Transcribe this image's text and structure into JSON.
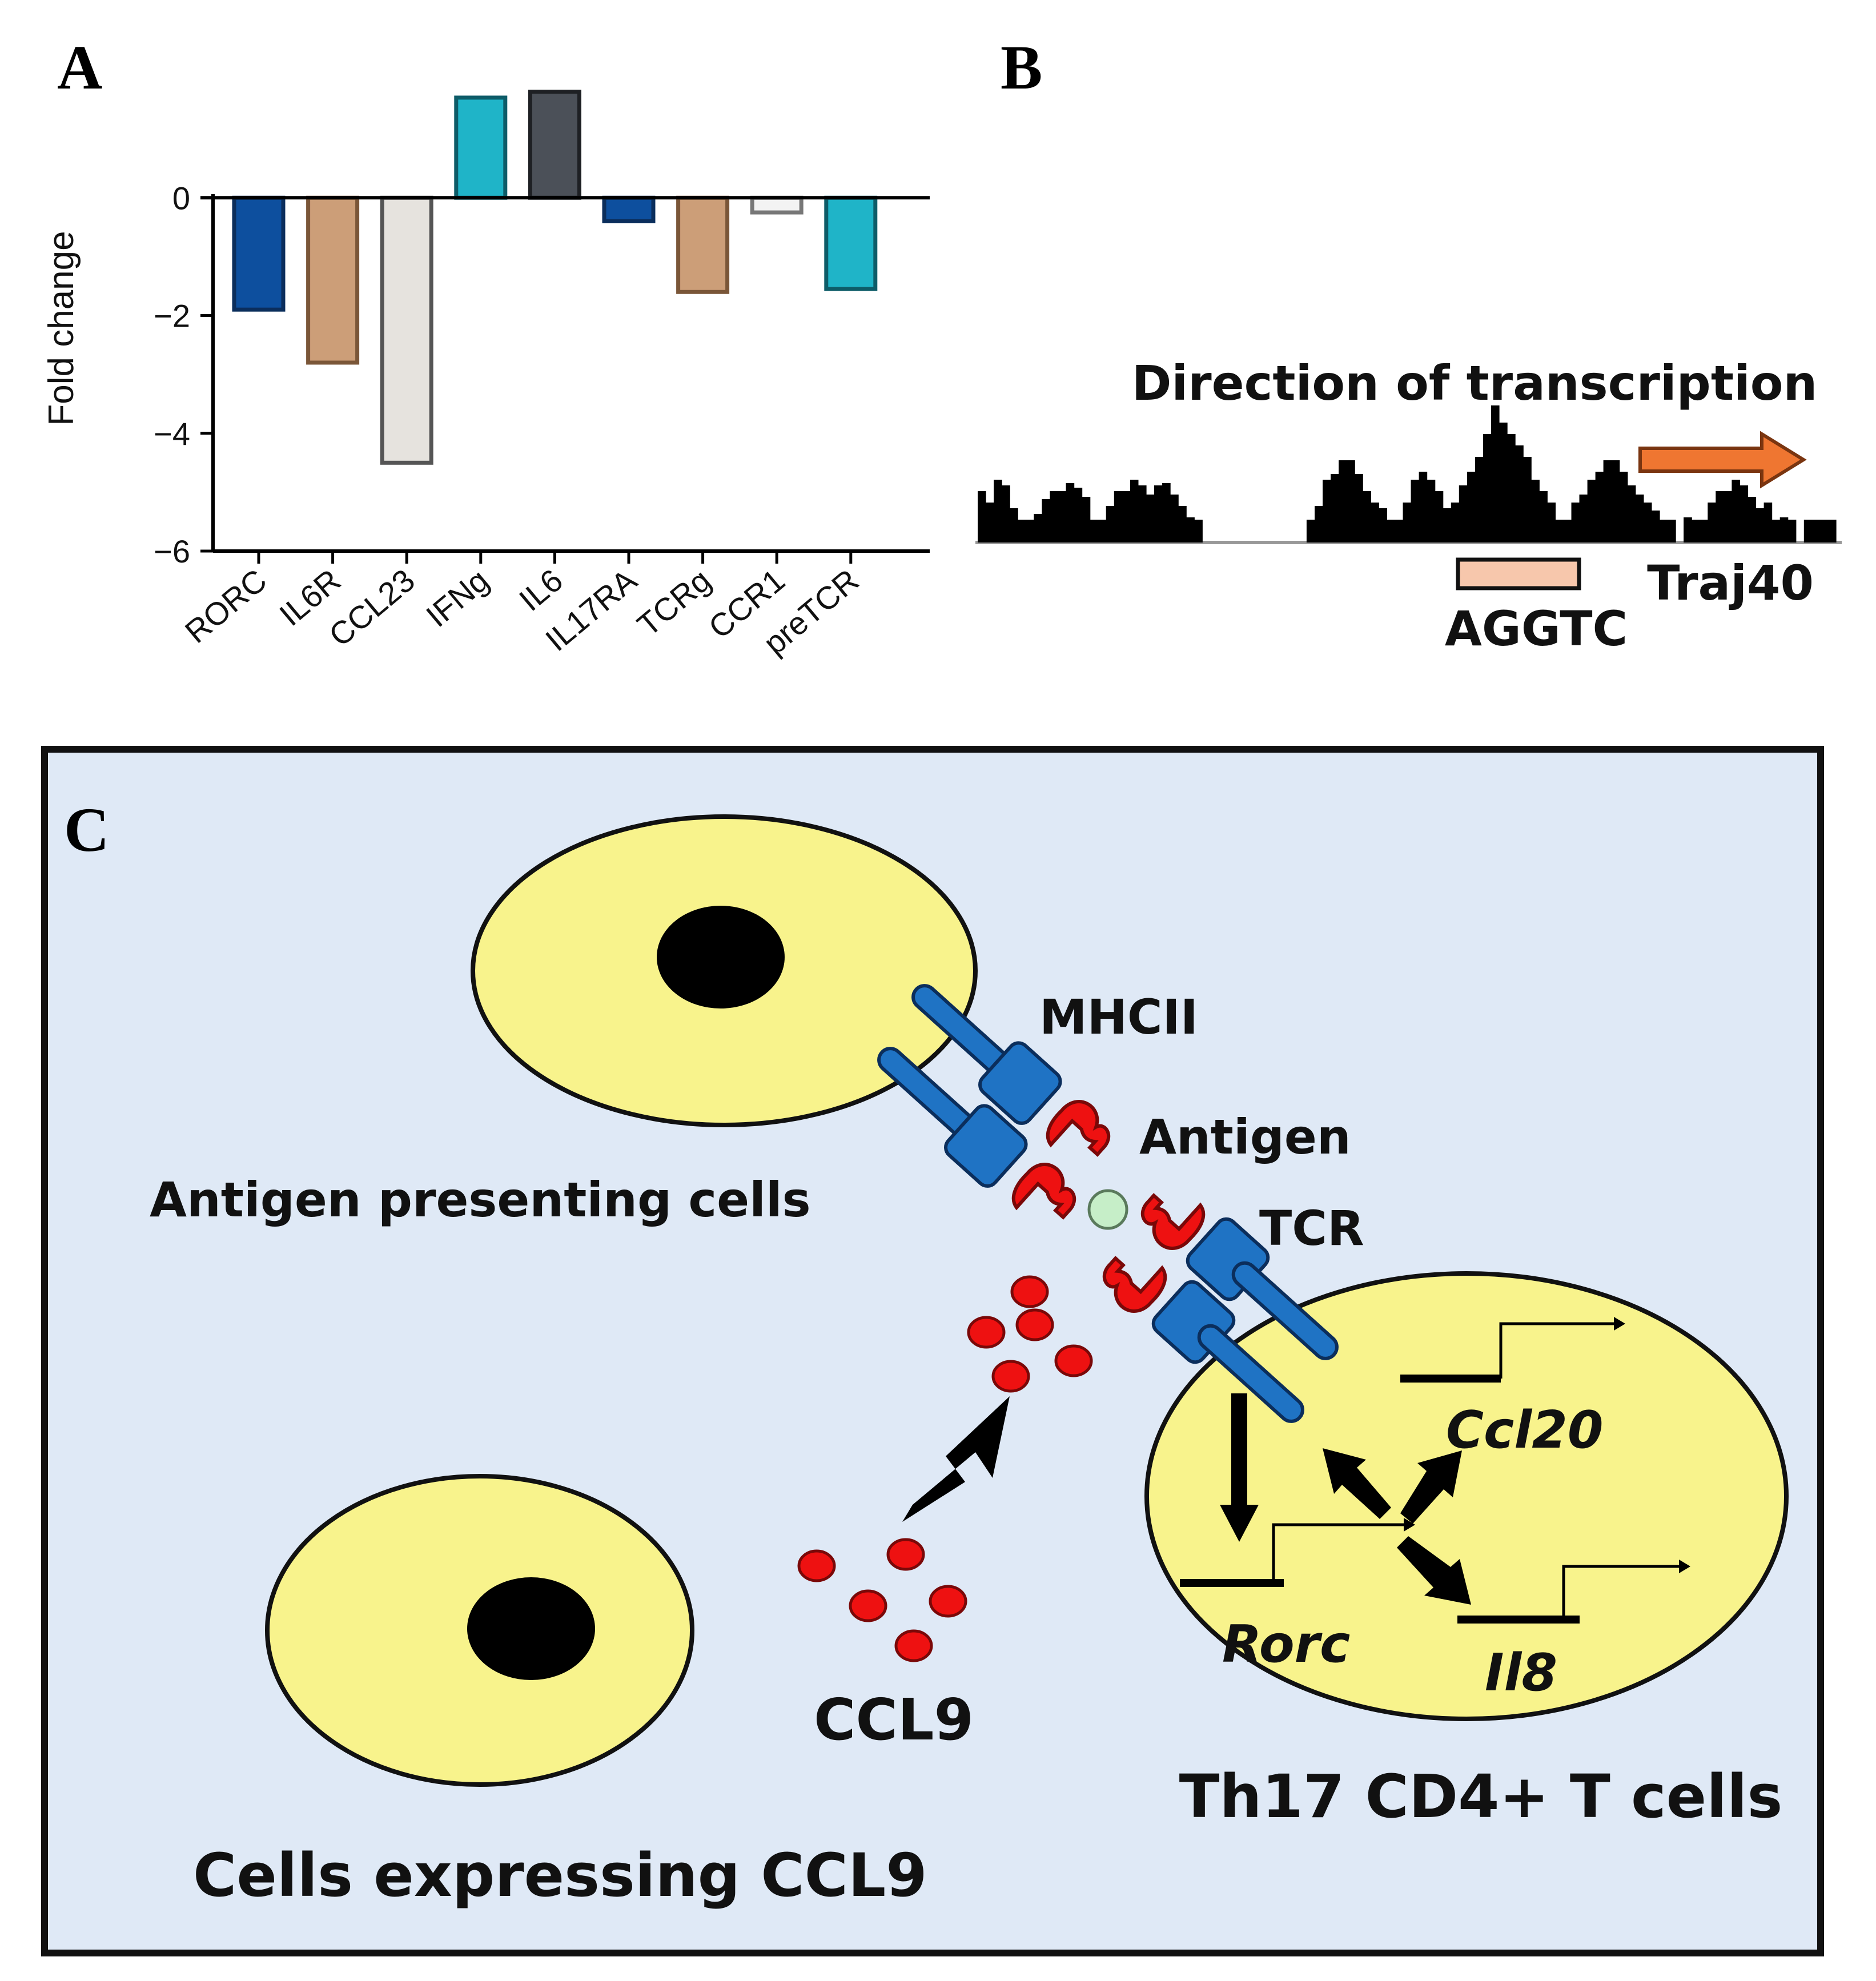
{
  "panels": {
    "a": {
      "letter": "A"
    },
    "b": {
      "letter": "B"
    },
    "c": {
      "letter": "C"
    }
  },
  "chart_data": {
    "type": "bar",
    "title": "",
    "xlabel": "",
    "ylabel": "Fold change",
    "ylim": [
      -6,
      2
    ],
    "yticks": [
      "0",
      "−2",
      "−4",
      "−6"
    ],
    "ytick_values": [
      0,
      -2,
      -4,
      -6
    ],
    "categories": [
      "RORC",
      "IL6R",
      "CCL23",
      "IFNg",
      "IL6",
      "IL17RA",
      "TCRg",
      "CCR1",
      "preTCR"
    ],
    "values": [
      -1.9,
      -2.8,
      -4.5,
      1.7,
      1.8,
      -0.4,
      -1.6,
      -0.25,
      -1.55
    ],
    "colors": [
      "#0d4f9e",
      "#cc9e78",
      "#e6e3de",
      "#1fb4c8",
      "#4b5058",
      "#0d4f9e",
      "#cc9e78",
      "#f3f3f3",
      "#1fb4c8"
    ],
    "edge_colors": [
      "#0b2e5c",
      "#7a5638",
      "#555555",
      "#0d5c68",
      "#1e2024",
      "#0b2e5c",
      "#7a5638",
      "#777777",
      "#0d5c68"
    ],
    "grid": false,
    "legend": "none"
  },
  "track": {
    "title": "Direction of transcription",
    "motif_label": "AGGTC",
    "gene_label": "Traj40",
    "signal": [
      0.45,
      0.35,
      0.55,
      0.5,
      0.3,
      0.2,
      0.2,
      0.25,
      0.38,
      0.45,
      0.45,
      0.52,
      0.48,
      0.4,
      0.2,
      0.2,
      0.32,
      0.45,
      0.45,
      0.55,
      0.5,
      0.42,
      0.5,
      0.52,
      0.42,
      0.32,
      0.22,
      0.2,
      0,
      0,
      0,
      0,
      0,
      0,
      0,
      0,
      0,
      0,
      0,
      0,
      0,
      0.2,
      0.32,
      0.55,
      0.6,
      0.72,
      0.72,
      0.6,
      0.45,
      0.35,
      0.3,
      0.2,
      0.2,
      0.35,
      0.55,
      0.62,
      0.55,
      0.45,
      0.3,
      0.35,
      0.5,
      0.62,
      0.75,
      0.95,
      1.2,
      1.05,
      0.95,
      0.85,
      0.75,
      0.55,
      0.45,
      0.35,
      0.2,
      0.2,
      0.35,
      0.42,
      0.55,
      0.62,
      0.72,
      0.72,
      0.62,
      0.5,
      0.42,
      0.35,
      0.28,
      0.2,
      0.2,
      0,
      0.22,
      0.2,
      0.2,
      0.35,
      0.45,
      0.45,
      0.55,
      0.5,
      0.4,
      0.3,
      0.35,
      0.2,
      0.22,
      0.2,
      0,
      0.2,
      0.2,
      0.2,
      0.2
    ],
    "arrow_color": "#ef7631",
    "motif_color": "#f7c7ac"
  },
  "model": {
    "apc_label": "Antigen presenting cells",
    "ccl9_cells_label": "Cells expressing CCL9",
    "th17_label": "Th17 CD4+ T cells",
    "mhcii_label": "MHCII",
    "antigen_label": "Antigen",
    "tcr_label": "TCR",
    "ccl9_label": "CCL9",
    "genes": {
      "ccl20": "Ccl20",
      "rorc": "Rorc",
      "il8": "Il8"
    },
    "colors": {
      "background": "#dfe9f6",
      "cell_fill": "#f8f38c",
      "nucleus": "#000000",
      "receptor_blue": "#1f73c4",
      "receptor_red": "#ee1111",
      "antigen": "#c6eec8",
      "chemokine": "#ee1111"
    }
  }
}
